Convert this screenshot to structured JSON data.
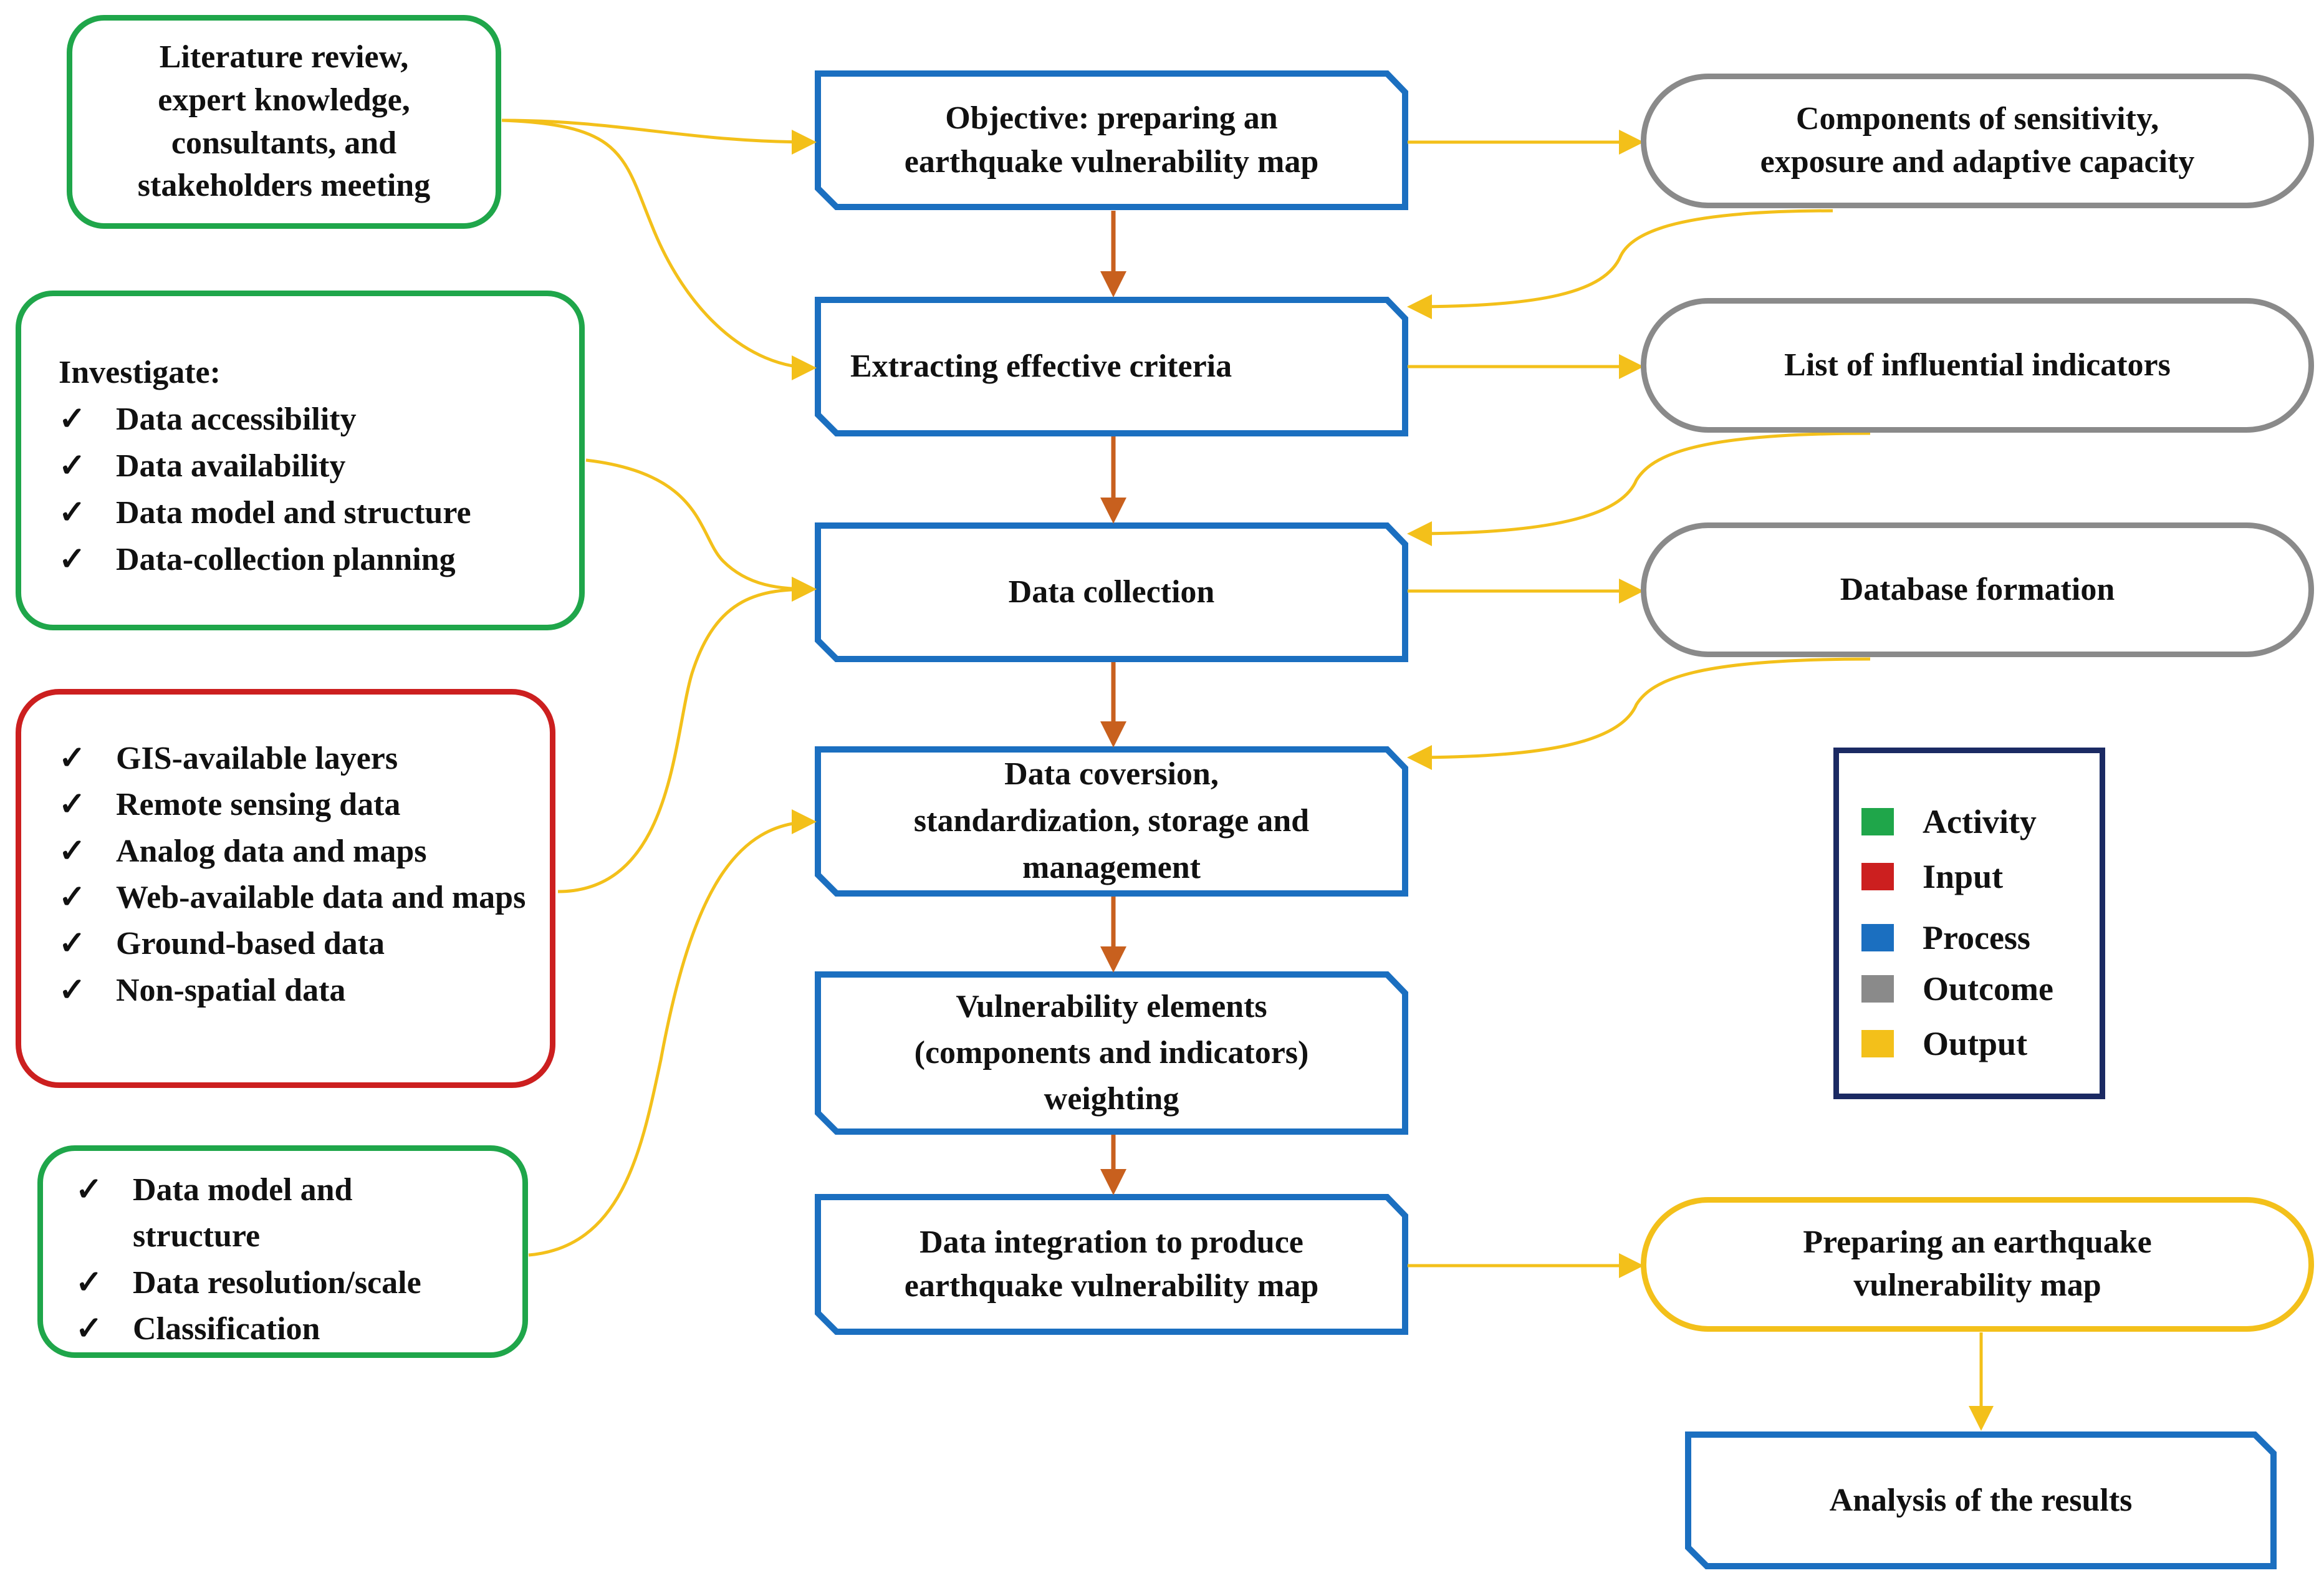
{
  "inputs": {
    "literature": [
      "Literature review,",
      "expert knowledge,",
      "consultants, and",
      "stakeholders meeting"
    ],
    "investigate": {
      "title": "Investigate:",
      "items": [
        "Data accessibility",
        "Data availability",
        "Data model and structure",
        "Data-collection planning"
      ]
    },
    "sources": {
      "items": [
        "GIS-available layers",
        "Remote sensing data",
        "Analog data and maps",
        "Web-available data and maps",
        "Ground-based data",
        "Non-spatial data"
      ]
    },
    "model": {
      "items": [
        "Data model and structure",
        "Data resolution/scale",
        "Classification"
      ]
    }
  },
  "process": {
    "objective": [
      "Objective: preparing an",
      "earthquake vulnerability map"
    ],
    "criteria": [
      "Extracting effective criteria"
    ],
    "collection": [
      "Data collection"
    ],
    "conversion": [
      "Data coversion,",
      "standardization, storage and",
      "management"
    ],
    "weighting": [
      "Vulnerability elements",
      "(components and indicators)",
      "weighting"
    ],
    "integration": [
      "Data integration to produce",
      "earthquake vulnerability map"
    ],
    "analysis": [
      "Analysis of the results"
    ]
  },
  "outcomes": {
    "components": [
      "Components of sensitivity,",
      "exposure and adaptive capacity"
    ],
    "indicators": [
      "List of influential indicators"
    ],
    "database": [
      "Database formation"
    ],
    "output": [
      "Preparing an earthquake",
      "vulnerability map"
    ]
  },
  "legend": [
    {
      "label": "Activity",
      "color": "#1fa64a"
    },
    {
      "label": "Input",
      "color": "#cc1f1f"
    },
    {
      "label": "Process",
      "color": "#1b6fc0"
    },
    {
      "label": "Outcome",
      "color": "#8a8a8a"
    },
    {
      "label": "Output",
      "color": "#f3c01a"
    }
  ],
  "colors": {
    "process_border": "#1b6fc0",
    "flow_arrow": "#c8601e",
    "link_arrow": "#f3c01a"
  },
  "checkmark": "✓"
}
